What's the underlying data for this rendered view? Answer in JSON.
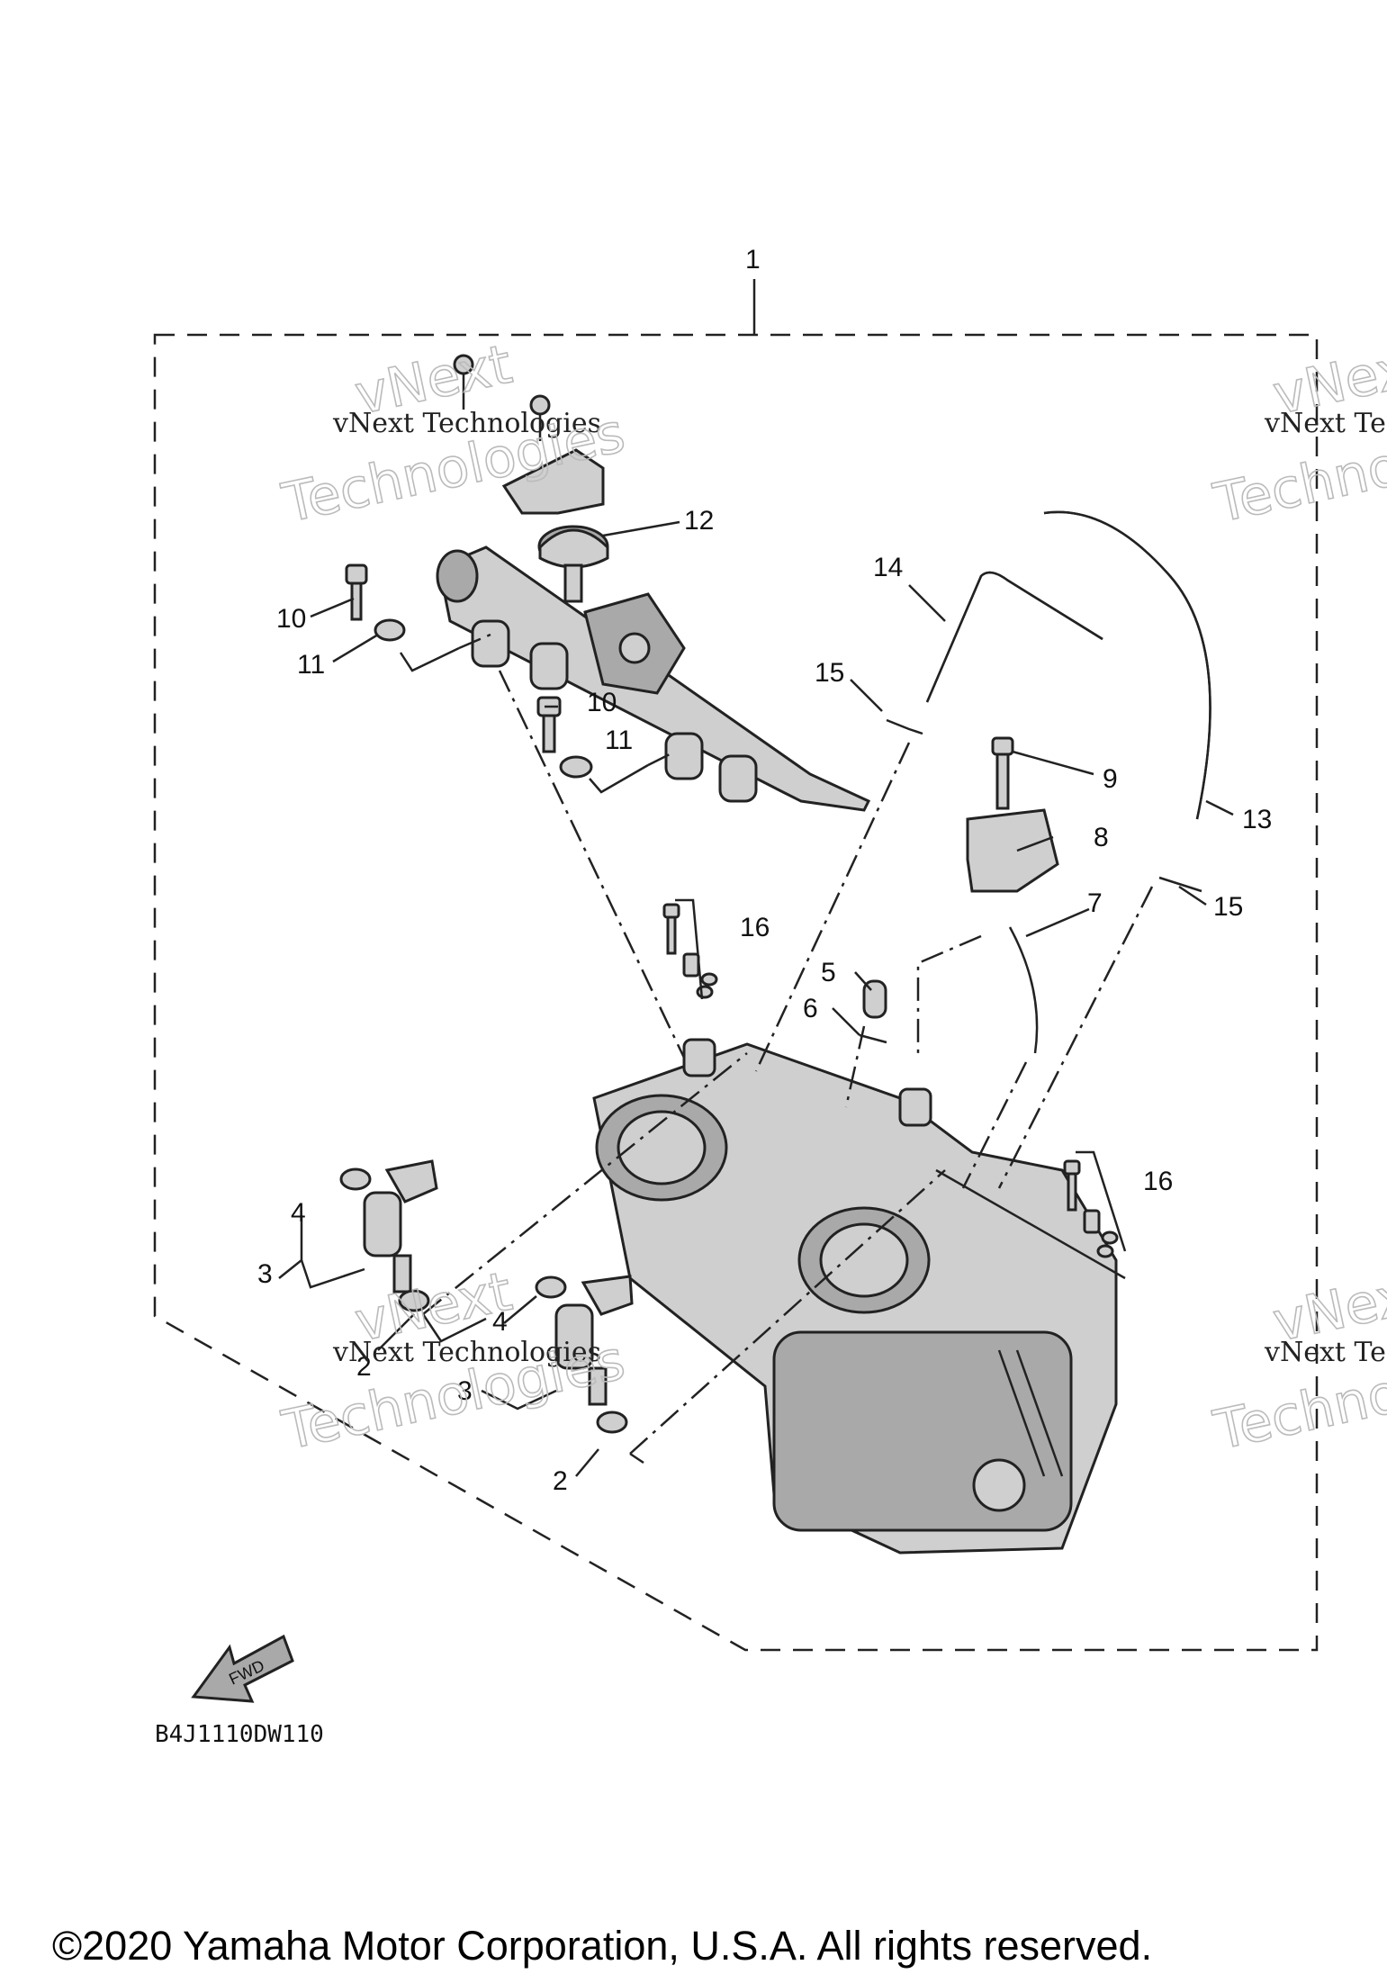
{
  "callouts": {
    "c1": "1",
    "c2a": "2",
    "c2b": "2",
    "c3a": "3",
    "c3b": "3",
    "c4a": "4",
    "c4b": "4",
    "c5": "5",
    "c6": "6",
    "c7": "7",
    "c8": "8",
    "c9": "9",
    "c10a": "10",
    "c10b": "10",
    "c11a": "11",
    "c11b": "11",
    "c12": "12",
    "c13": "13",
    "c14": "14",
    "c15a": "15",
    "c15b": "15",
    "c16a": "16",
    "c16b": "16"
  },
  "watermark": {
    "line1": "vNext Technologies",
    "outline1": "vNext",
    "outline2": "Technologies"
  },
  "fwd_label": "FWD",
  "diagram_code": "B4J1110DW110",
  "copyright": "©2020 Yamaha Motor Corporation, U.S.A. All rights reserved."
}
